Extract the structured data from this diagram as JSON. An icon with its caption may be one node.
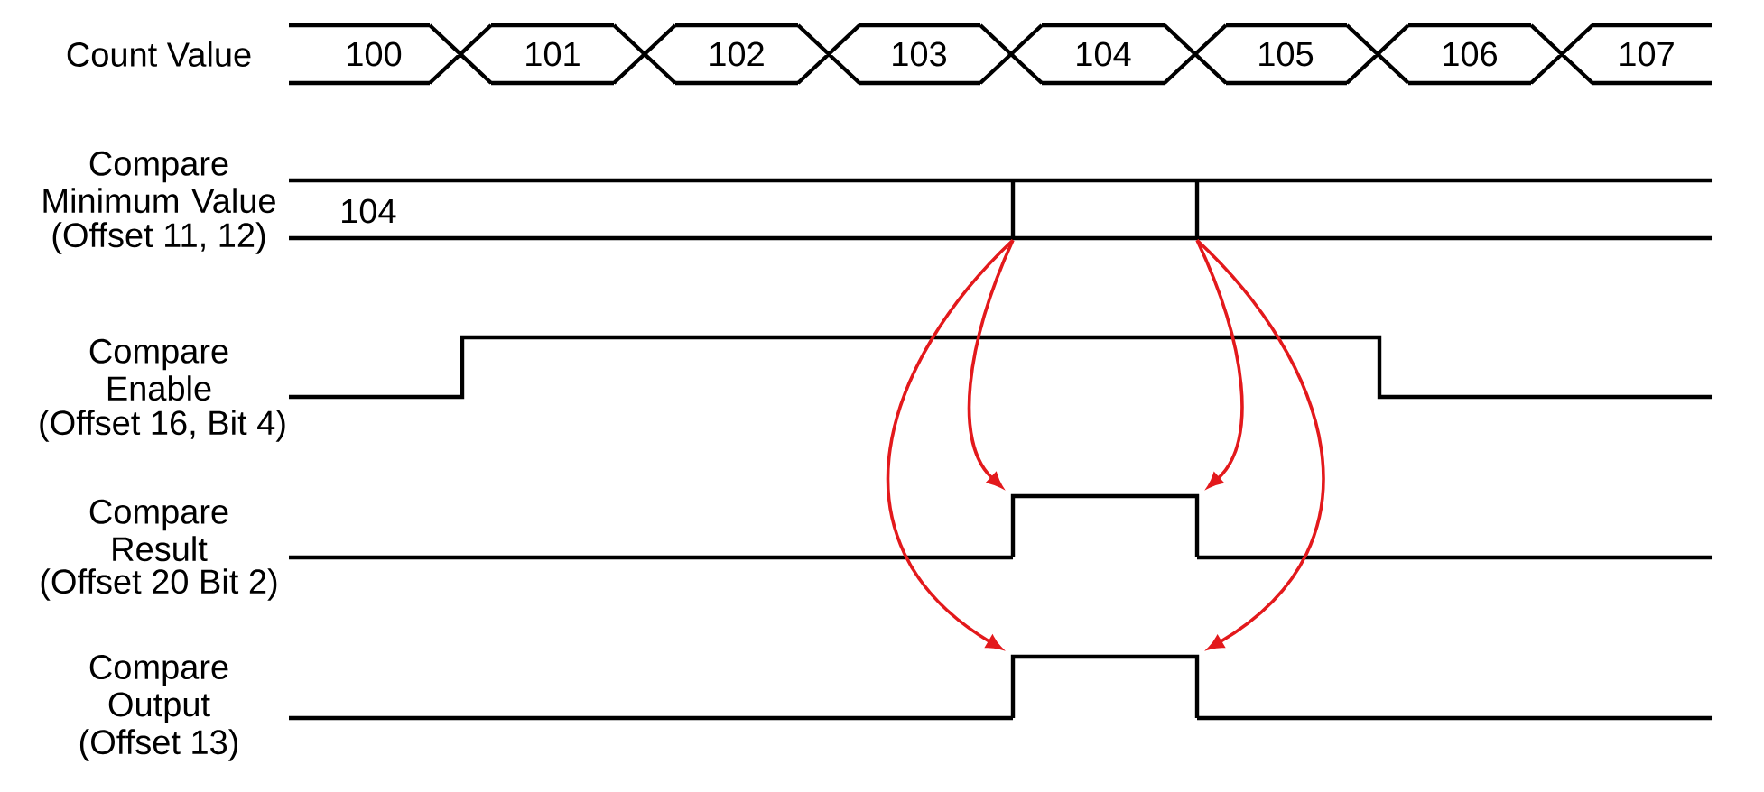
{
  "diagram": {
    "nodes": [
      {
        "text": [],
        "shape": "bar"
      },
      {
        "text": [],
        "shape": "bar"
      },
      {
        "text": [],
        "shape": "box"
      },
      {
        "text": [],
        "shape": "box"
      }
    ],
    "edges": [
      {
        "from": 0,
        "to": 2,
        "arrow": "to"
      },
      {
        "from": 0,
        "to": 3,
        "arrow": "to"
      },
      {
        "from": 1,
        "to": 2,
        "arrow": "to"
      },
      {
        "from": 1,
        "to": 3,
        "arrow": "to"
      }
    ],
    "labels": [
      "Count Value",
      "100",
      "101",
      "102",
      "103",
      "104",
      "105",
      "106",
      "107",
      "Compare Minimum Value",
      "(Offset 11, 12)",
      "104",
      "Compare Enable",
      "(Offset 16, Bit 4)",
      "Compare Result",
      "(Offset 20 Bit 2)",
      "Compare Output",
      "(Offset 13)"
    ]
  }
}
